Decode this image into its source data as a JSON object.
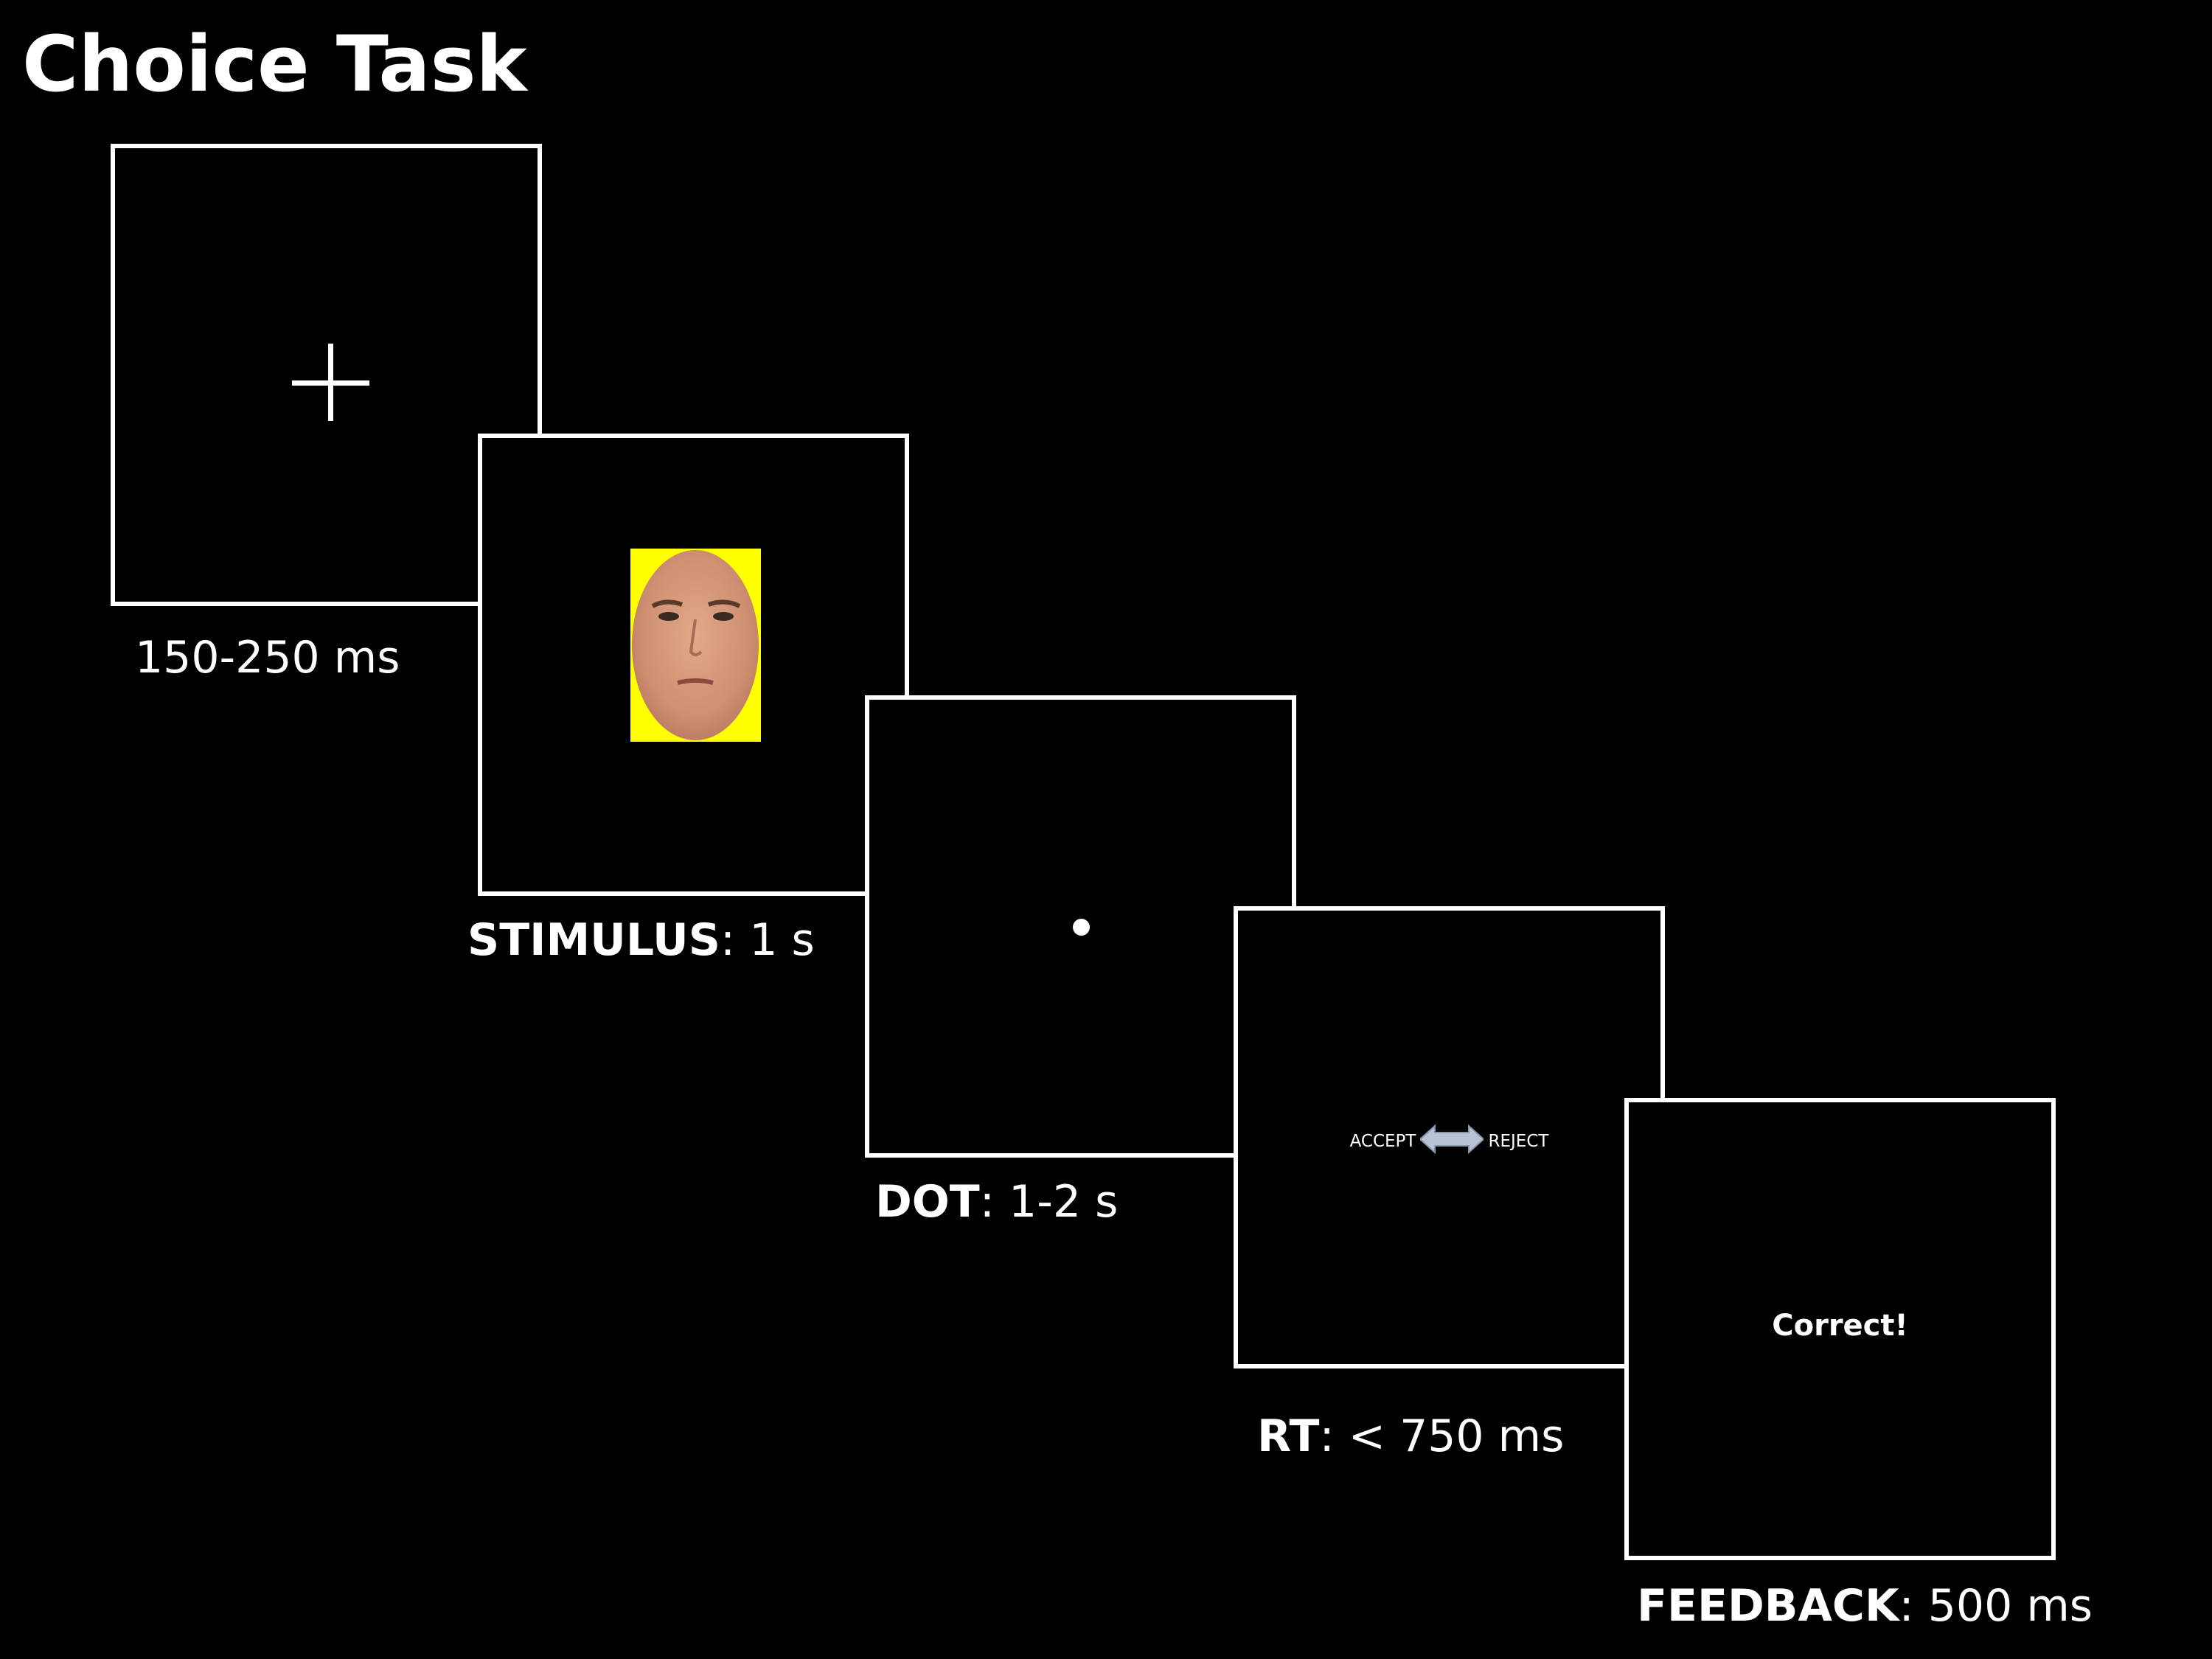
{
  "title": "Choice Task",
  "screens": {
    "fixation": {
      "caption_value": "150-250 ms"
    },
    "stimulus": {
      "caption_label": "STIMULUS",
      "caption_value": ": 1 s"
    },
    "dot": {
      "caption_label": "DOT",
      "caption_value": ": 1-2 s"
    },
    "response": {
      "left_label": "ACCEPT",
      "right_label": "REJECT",
      "caption_label": "RT",
      "caption_value": ": < 750 ms"
    },
    "feedback": {
      "text": "Correct!",
      "caption_label": "FEEDBACK",
      "caption_value": ": 500 ms"
    }
  },
  "colors": {
    "background": "#000000",
    "frame": "#ffffff",
    "stimulus_background": "#ffff00",
    "arrow": "#b8c4d6"
  }
}
